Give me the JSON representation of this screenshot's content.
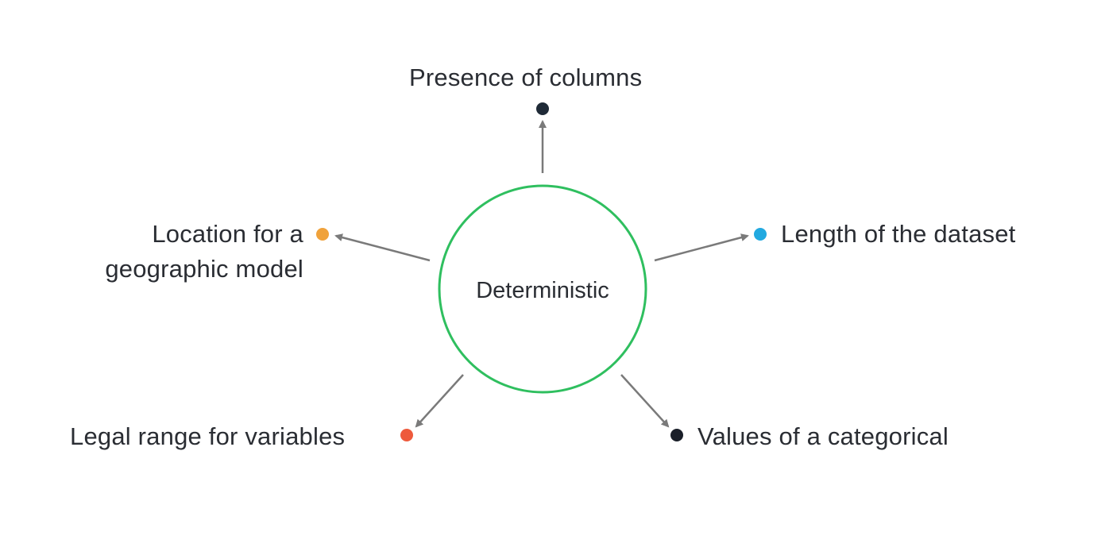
{
  "diagram": {
    "center": {
      "label": "Deterministic",
      "ring_color": "#2fbf5f"
    },
    "arrow_color": "#7a7a7a",
    "nodes": [
      {
        "id": "top",
        "label": "Presence of columns",
        "dot_color": "#1f2a37"
      },
      {
        "id": "right",
        "label": "Length of the dataset",
        "dot_color": "#22a9e0"
      },
      {
        "id": "left",
        "label": "Location for a geographic model",
        "dot_color": "#f0a23b"
      },
      {
        "id": "bottom_left",
        "label": "Legal range for variables",
        "dot_color": "#ee5a3c"
      },
      {
        "id": "bottom_right",
        "label": "Values of a categorical",
        "dot_color": "#1a1f29"
      }
    ]
  }
}
